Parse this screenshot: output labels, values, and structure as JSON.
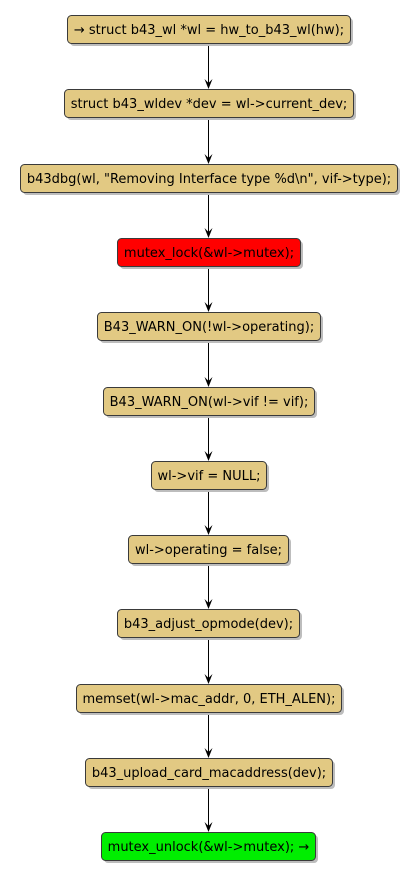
{
  "diagram": {
    "type": "flowchart",
    "colors": {
      "default": "#e2c983",
      "lock": "#ff0000",
      "unlock": "#00ee00",
      "stroke": "#3a3a3a",
      "edge": "#000000"
    },
    "nodes": [
      {
        "id": "n0",
        "label": "→ struct b43_wl *wl = hw_to_b43_wl(hw);",
        "style": "default"
      },
      {
        "id": "n1",
        "label": "struct b43_wldev *dev = wl->current_dev;",
        "style": "default"
      },
      {
        "id": "n2",
        "label": "b43dbg(wl, \"Removing Interface type %d\\n\", vif->type);",
        "style": "default"
      },
      {
        "id": "n3",
        "label": "mutex_lock(&wl->mutex);",
        "style": "lock"
      },
      {
        "id": "n4",
        "label": "B43_WARN_ON(!wl->operating);",
        "style": "default"
      },
      {
        "id": "n5",
        "label": "B43_WARN_ON(wl->vif != vif);",
        "style": "default"
      },
      {
        "id": "n6",
        "label": "wl->vif = NULL;",
        "style": "default"
      },
      {
        "id": "n7",
        "label": "wl->operating = false;",
        "style": "default"
      },
      {
        "id": "n8",
        "label": "b43_adjust_opmode(dev);",
        "style": "default"
      },
      {
        "id": "n9",
        "label": "memset(wl->mac_addr, 0, ETH_ALEN);",
        "style": "default"
      },
      {
        "id": "n10",
        "label": "b43_upload_card_macaddress(dev);",
        "style": "default"
      },
      {
        "id": "n11",
        "label": "mutex_unlock(&wl->mutex); →",
        "style": "unlock"
      }
    ],
    "edges": [
      {
        "from": "n0",
        "to": "n1"
      },
      {
        "from": "n1",
        "to": "n2"
      },
      {
        "from": "n2",
        "to": "n3"
      },
      {
        "from": "n3",
        "to": "n4"
      },
      {
        "from": "n4",
        "to": "n5"
      },
      {
        "from": "n5",
        "to": "n6"
      },
      {
        "from": "n6",
        "to": "n7"
      },
      {
        "from": "n7",
        "to": "n8"
      },
      {
        "from": "n8",
        "to": "n9"
      },
      {
        "from": "n9",
        "to": "n10"
      },
      {
        "from": "n10",
        "to": "n11"
      }
    ]
  }
}
